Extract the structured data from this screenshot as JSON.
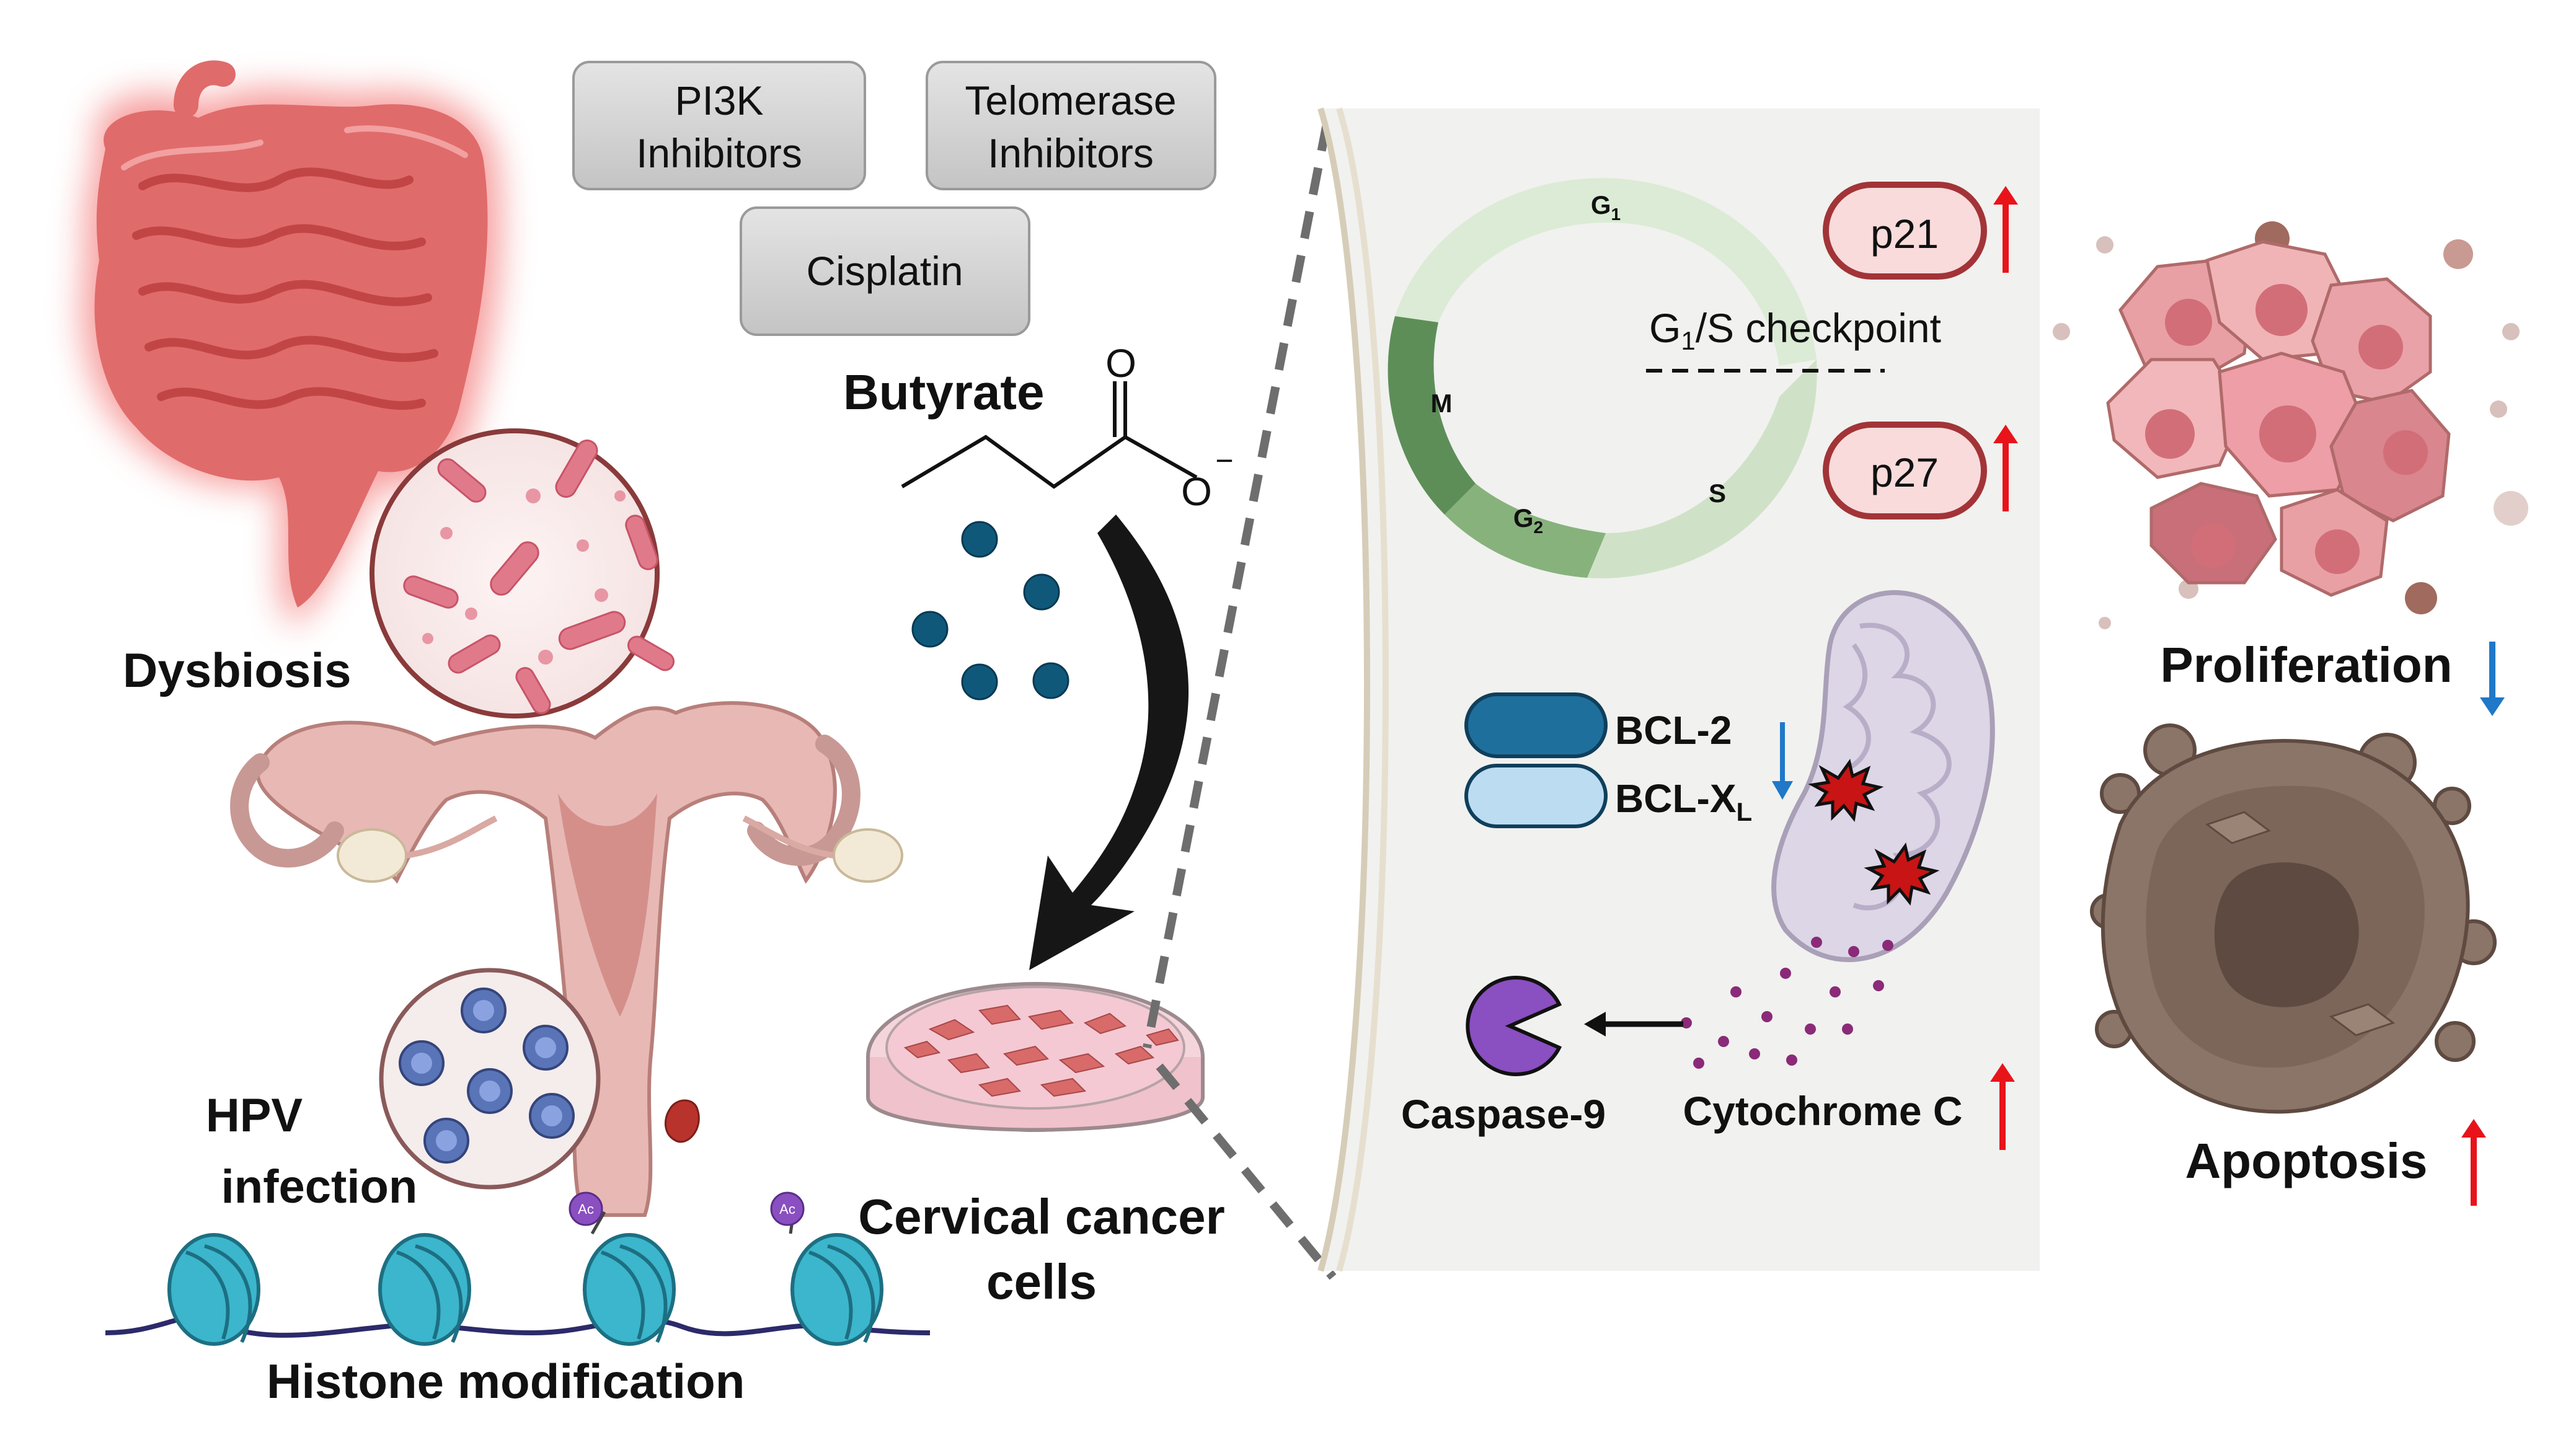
{
  "left_panel": {
    "dysbiosis_label": "Dysbiosis",
    "hpv_label_line1": "HPV",
    "hpv_label_line2": "infection",
    "histone_label": "Histone modification",
    "acetyl_tag": "Ac"
  },
  "drugs": {
    "pi3k_line1": "PI3K",
    "pi3k_line2": "Inhibitors",
    "telomerase_line1": "Telomerase",
    "telomerase_line2": "Inhibitors",
    "cisplatin": "Cisplatin"
  },
  "butyrate": {
    "label": "Butyrate",
    "oxygen_top": "O",
    "oxygen_right": "O",
    "charge": "−"
  },
  "target": {
    "line1": "Cervical cancer",
    "line2": "cells"
  },
  "cell_cycle": {
    "g1": "G",
    "g1_sub": "1",
    "s": "S",
    "g2": "G",
    "g2_sub": "2",
    "m": "M",
    "checkpoint_prefix": "G",
    "checkpoint_sub": "1",
    "checkpoint_suffix": "/S checkpoint",
    "p21": "p21",
    "p27": "p27"
  },
  "apoptosis_pathway": {
    "bcl2": "BCL-2",
    "bclxl_main": "BCL-X",
    "bclxl_sub": "L",
    "caspase": "Caspase-9",
    "cytochrome": "Cytochrome C"
  },
  "outcomes": {
    "proliferation": "Proliferation",
    "apoptosis": "Apoptosis"
  },
  "colors": {
    "up_arrow": "#e8141a",
    "down_arrow": "#1f78c8",
    "drug_box": "#d2d2d2",
    "bcl2": "#1f6f9c",
    "bclxl": "#bcdcf2",
    "caspase": "#8a4fc0"
  }
}
